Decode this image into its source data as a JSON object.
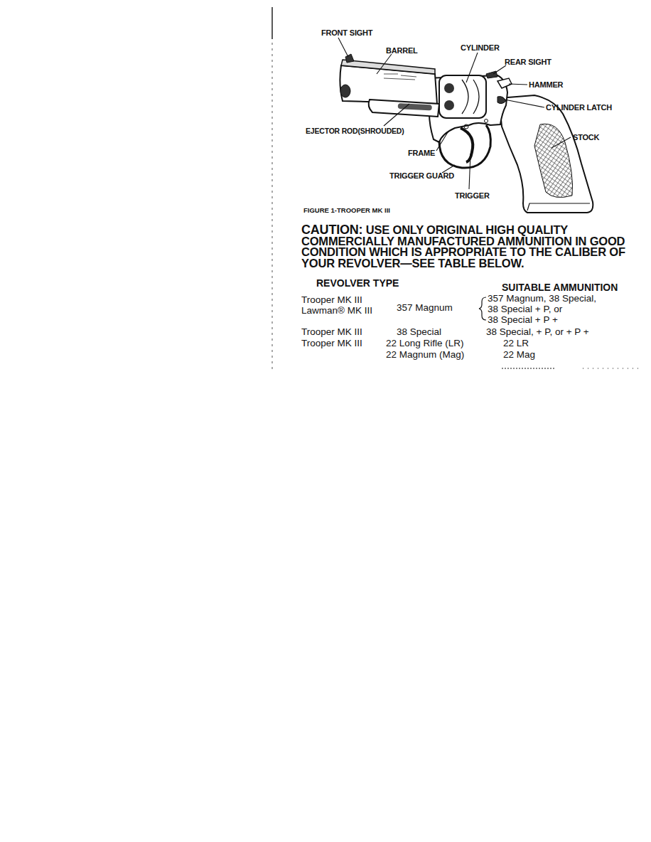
{
  "diagram": {
    "caption": "FIGURE 1-TROOPER MK III",
    "labels": [
      "FRONT SIGHT",
      "BARREL",
      "CYLINDER",
      "REAR SIGHT",
      "HAMMER",
      "CYLINDER LATCH",
      "EJECTOR ROD(SHROUDED)",
      "STOCK",
      "FRAME",
      "TRIGGER GUARD",
      "TRIGGER",
      "CAUTION:",
      "USE ONLY ORIGINAL HIGH QUALITY COMMERCIALLY MANUFACTURED AMMUNITION IN GOOD CONDITION WHICH IS APPROPRIATE TO THE CALIBER OF YOUR REVOLVER—SEE TABLE BELOW.",
      "REVOLVER TYPE",
      "SUITABLE AMMUNITION",
      "Trooper MK III",
      "Lawman® MK III",
      "357 Magnum",
      "357 Magnum, 38 Special,",
      "38 Special + P, or",
      "38 Special + P +",
      "Trooper MK III",
      "38 Special",
      "38 Special, + P, or + P +",
      "Trooper MK III",
      "22 Long Rifle (LR)",
      "22 Magnum (Mag)",
      "22 LR",
      "22 Mag"
    ]
  }
}
